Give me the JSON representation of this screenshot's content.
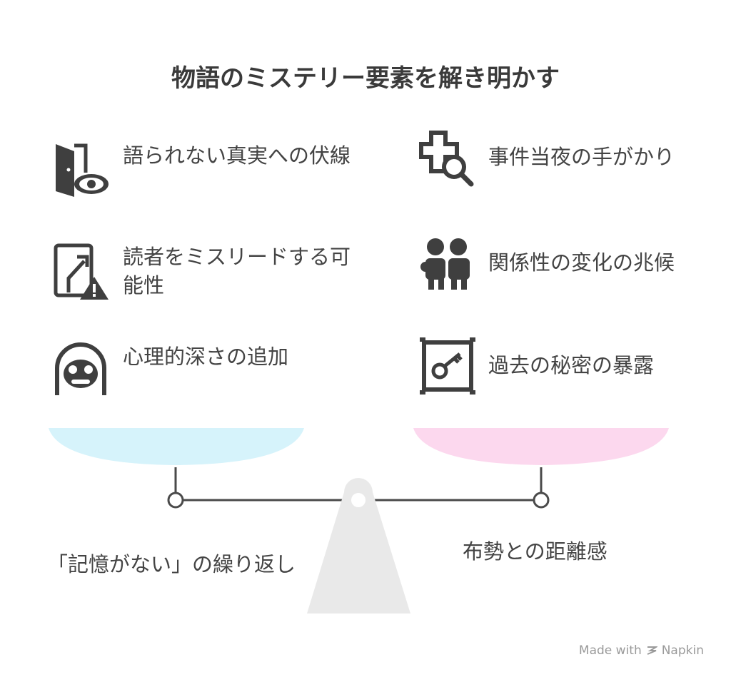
{
  "title": "物語のミステリー要素を解き明かす",
  "left_items": [
    {
      "label": "語られない真実への伏線",
      "icon": "door-eye-icon"
    },
    {
      "label": "読者をミスリードする可能性",
      "icon": "path-warning-icon"
    },
    {
      "label": "心理的深さの追加",
      "icon": "face-mask-icon"
    }
  ],
  "right_items": [
    {
      "label": "事件当夜の手がかり",
      "icon": "puzzle-magnifier-icon"
    },
    {
      "label": "関係性の変化の兆候",
      "icon": "two-people-icon"
    },
    {
      "label": "過去の秘密の暴露",
      "icon": "framed-key-icon"
    }
  ],
  "scale": {
    "left_label": "「記憶がない」の繰り返し",
    "right_label": "布勢との距離感",
    "left_pan_color": "#d6f3fb",
    "right_pan_color": "#fcd8ee",
    "fulcrum_color": "#e9e9e9",
    "line_color": "#4a4a4a"
  },
  "credit": {
    "prefix": "Made with",
    "brand": "Napkin"
  }
}
